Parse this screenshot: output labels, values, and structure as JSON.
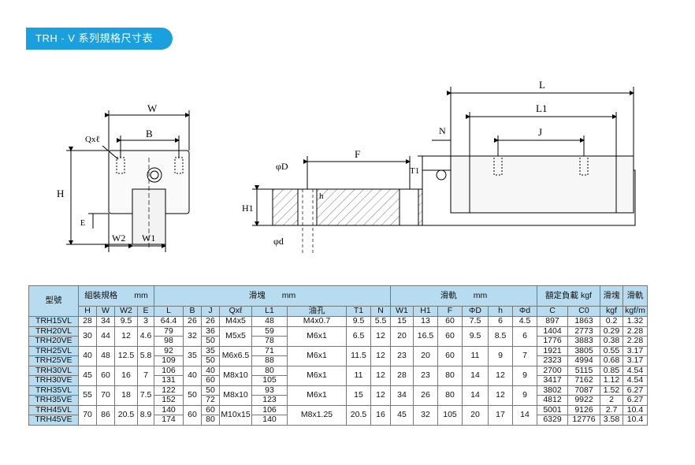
{
  "title": "TRH - V 系列規格尺寸表",
  "drawing_labels": {
    "W": "W",
    "B": "B",
    "Qxl": "Qxℓ",
    "H": "H",
    "E": "E",
    "W2": "W2",
    "W1": "W1",
    "L": "L",
    "L1": "L1",
    "J": "J",
    "N": "N",
    "F": "F",
    "phiD": "φD",
    "phid": "φd",
    "T1": "T1",
    "H1": "H1",
    "h": "h"
  },
  "table": {
    "group_headers": {
      "model": "型號",
      "assembly": "組裝規格　　mm",
      "block": "滑塊　　mm",
      "rail": "滑軌　　mm",
      "load": "額定負載 kgf",
      "block_w": "滑塊",
      "rail_w": "滑軌"
    },
    "sub_headers": {
      "H": "H",
      "W": "W",
      "W2": "W2",
      "E": "E",
      "L": "L",
      "B": "B",
      "J": "J",
      "Qxl": "Qxℓ",
      "L1": "L1",
      "oil": "油孔",
      "T1": "T1",
      "N": "N",
      "W1": "W1",
      "H1": "H1",
      "F": "F",
      "phiD": "ΦD",
      "h": "h",
      "phid": "Φd",
      "C": "C",
      "C0": "C0",
      "kgf": "kgf",
      "kgfm": "kgf/m"
    },
    "rows": [
      {
        "model": "TRH15VL",
        "H": "28",
        "W": "34",
        "W2": "9.5",
        "E": "3",
        "L": "64.4",
        "B": "26",
        "J": "26",
        "Qxl": "M4x5",
        "L1": "48",
        "oil": "M4x0.7",
        "T1": "9.5",
        "N": "5.5",
        "W1": "15",
        "H1": "13",
        "F": "60",
        "phiD": "7.5",
        "h": "6",
        "phid": "4.5",
        "C": "897",
        "C0": "1863",
        "kgf": "0.2",
        "kgfm": "1.32"
      },
      {
        "model": "TRH20VL",
        "H": "30",
        "W": "44",
        "W2": "12",
        "E": "4.6",
        "L": "79",
        "B": "32",
        "J": "36",
        "Qxl": "M5x5",
        "L1": "59",
        "oil": "M6x1",
        "T1": "6.5",
        "N": "12",
        "W1": "20",
        "H1": "16.5",
        "F": "60",
        "phiD": "9.5",
        "h": "8.5",
        "phid": "6",
        "C": "1404",
        "C0": "2773",
        "kgf": "0.29",
        "kgfm": "2.28"
      },
      {
        "model": "TRH20VE",
        "L": "98",
        "J": "50",
        "L1": "78",
        "C": "1776",
        "C0": "3883",
        "kgf": "0.38",
        "kgfm": "2.28"
      },
      {
        "model": "TRH25VL",
        "H": "40",
        "W": "48",
        "W2": "12.5",
        "E": "5.8",
        "L": "92",
        "B": "35",
        "J": "35",
        "Qxl": "M6x6.5",
        "L1": "71",
        "oil": "M6x1",
        "T1": "11.5",
        "N": "12",
        "W1": "23",
        "H1": "20",
        "F": "60",
        "phiD": "11",
        "h": "9",
        "phid": "7",
        "C": "1921",
        "C0": "3805",
        "kgf": "0.55",
        "kgfm": "3.17"
      },
      {
        "model": "TRH25VE",
        "L": "109",
        "J": "50",
        "L1": "88",
        "C": "2323",
        "C0": "4994",
        "kgf": "0.68",
        "kgfm": "3.17"
      },
      {
        "model": "TRH30VL",
        "H": "45",
        "W": "60",
        "W2": "16",
        "E": "7",
        "L": "106",
        "B": "40",
        "J": "40",
        "Qxl": "M8x10",
        "L1": "80",
        "oil": "M6x1",
        "T1": "11",
        "N": "12",
        "W1": "28",
        "H1": "23",
        "F": "80",
        "phiD": "14",
        "h": "12",
        "phid": "9",
        "C": "2700",
        "C0": "5115",
        "kgf": "0.85",
        "kgfm": "4.54"
      },
      {
        "model": "TRH30VE",
        "L": "131",
        "J": "60",
        "L1": "105",
        "C": "3417",
        "C0": "7162",
        "kgf": "1.12",
        "kgfm": "4.54"
      },
      {
        "model": "TRH35VL",
        "H": "55",
        "W": "70",
        "W2": "18",
        "E": "7.5",
        "L": "122",
        "B": "50",
        "J": "50",
        "Qxl": "M8x10",
        "L1": "93",
        "oil": "M6x1",
        "T1": "15",
        "N": "12",
        "W1": "34",
        "H1": "26",
        "F": "80",
        "phiD": "14",
        "h": "12",
        "phid": "9",
        "C": "3802",
        "C0": "7087",
        "kgf": "1.52",
        "kgfm": "6.27"
      },
      {
        "model": "TRH35VE",
        "L": "152",
        "J": "72",
        "L1": "123",
        "C": "4812",
        "C0": "9922",
        "kgf": "2",
        "kgfm": "6.27"
      },
      {
        "model": "TRH45VL",
        "H": "70",
        "W": "86",
        "W2": "20.5",
        "E": "8.9",
        "L": "140",
        "B": "60",
        "J": "60",
        "Qxl": "M10x15",
        "L1": "106",
        "oil": "M8x1.25",
        "T1": "20.5",
        "N": "16",
        "W1": "45",
        "H1": "32",
        "F": "105",
        "phiD": "20",
        "h": "17",
        "phid": "14",
        "C": "5001",
        "C0": "9126",
        "kgf": "2.7",
        "kgfm": "10.4"
      },
      {
        "model": "TRH45VE",
        "L": "174",
        "J": "80",
        "L1": "140",
        "C": "6329",
        "C0": "12776",
        "kgf": "3.58",
        "kgfm": "10.4"
      }
    ]
  }
}
